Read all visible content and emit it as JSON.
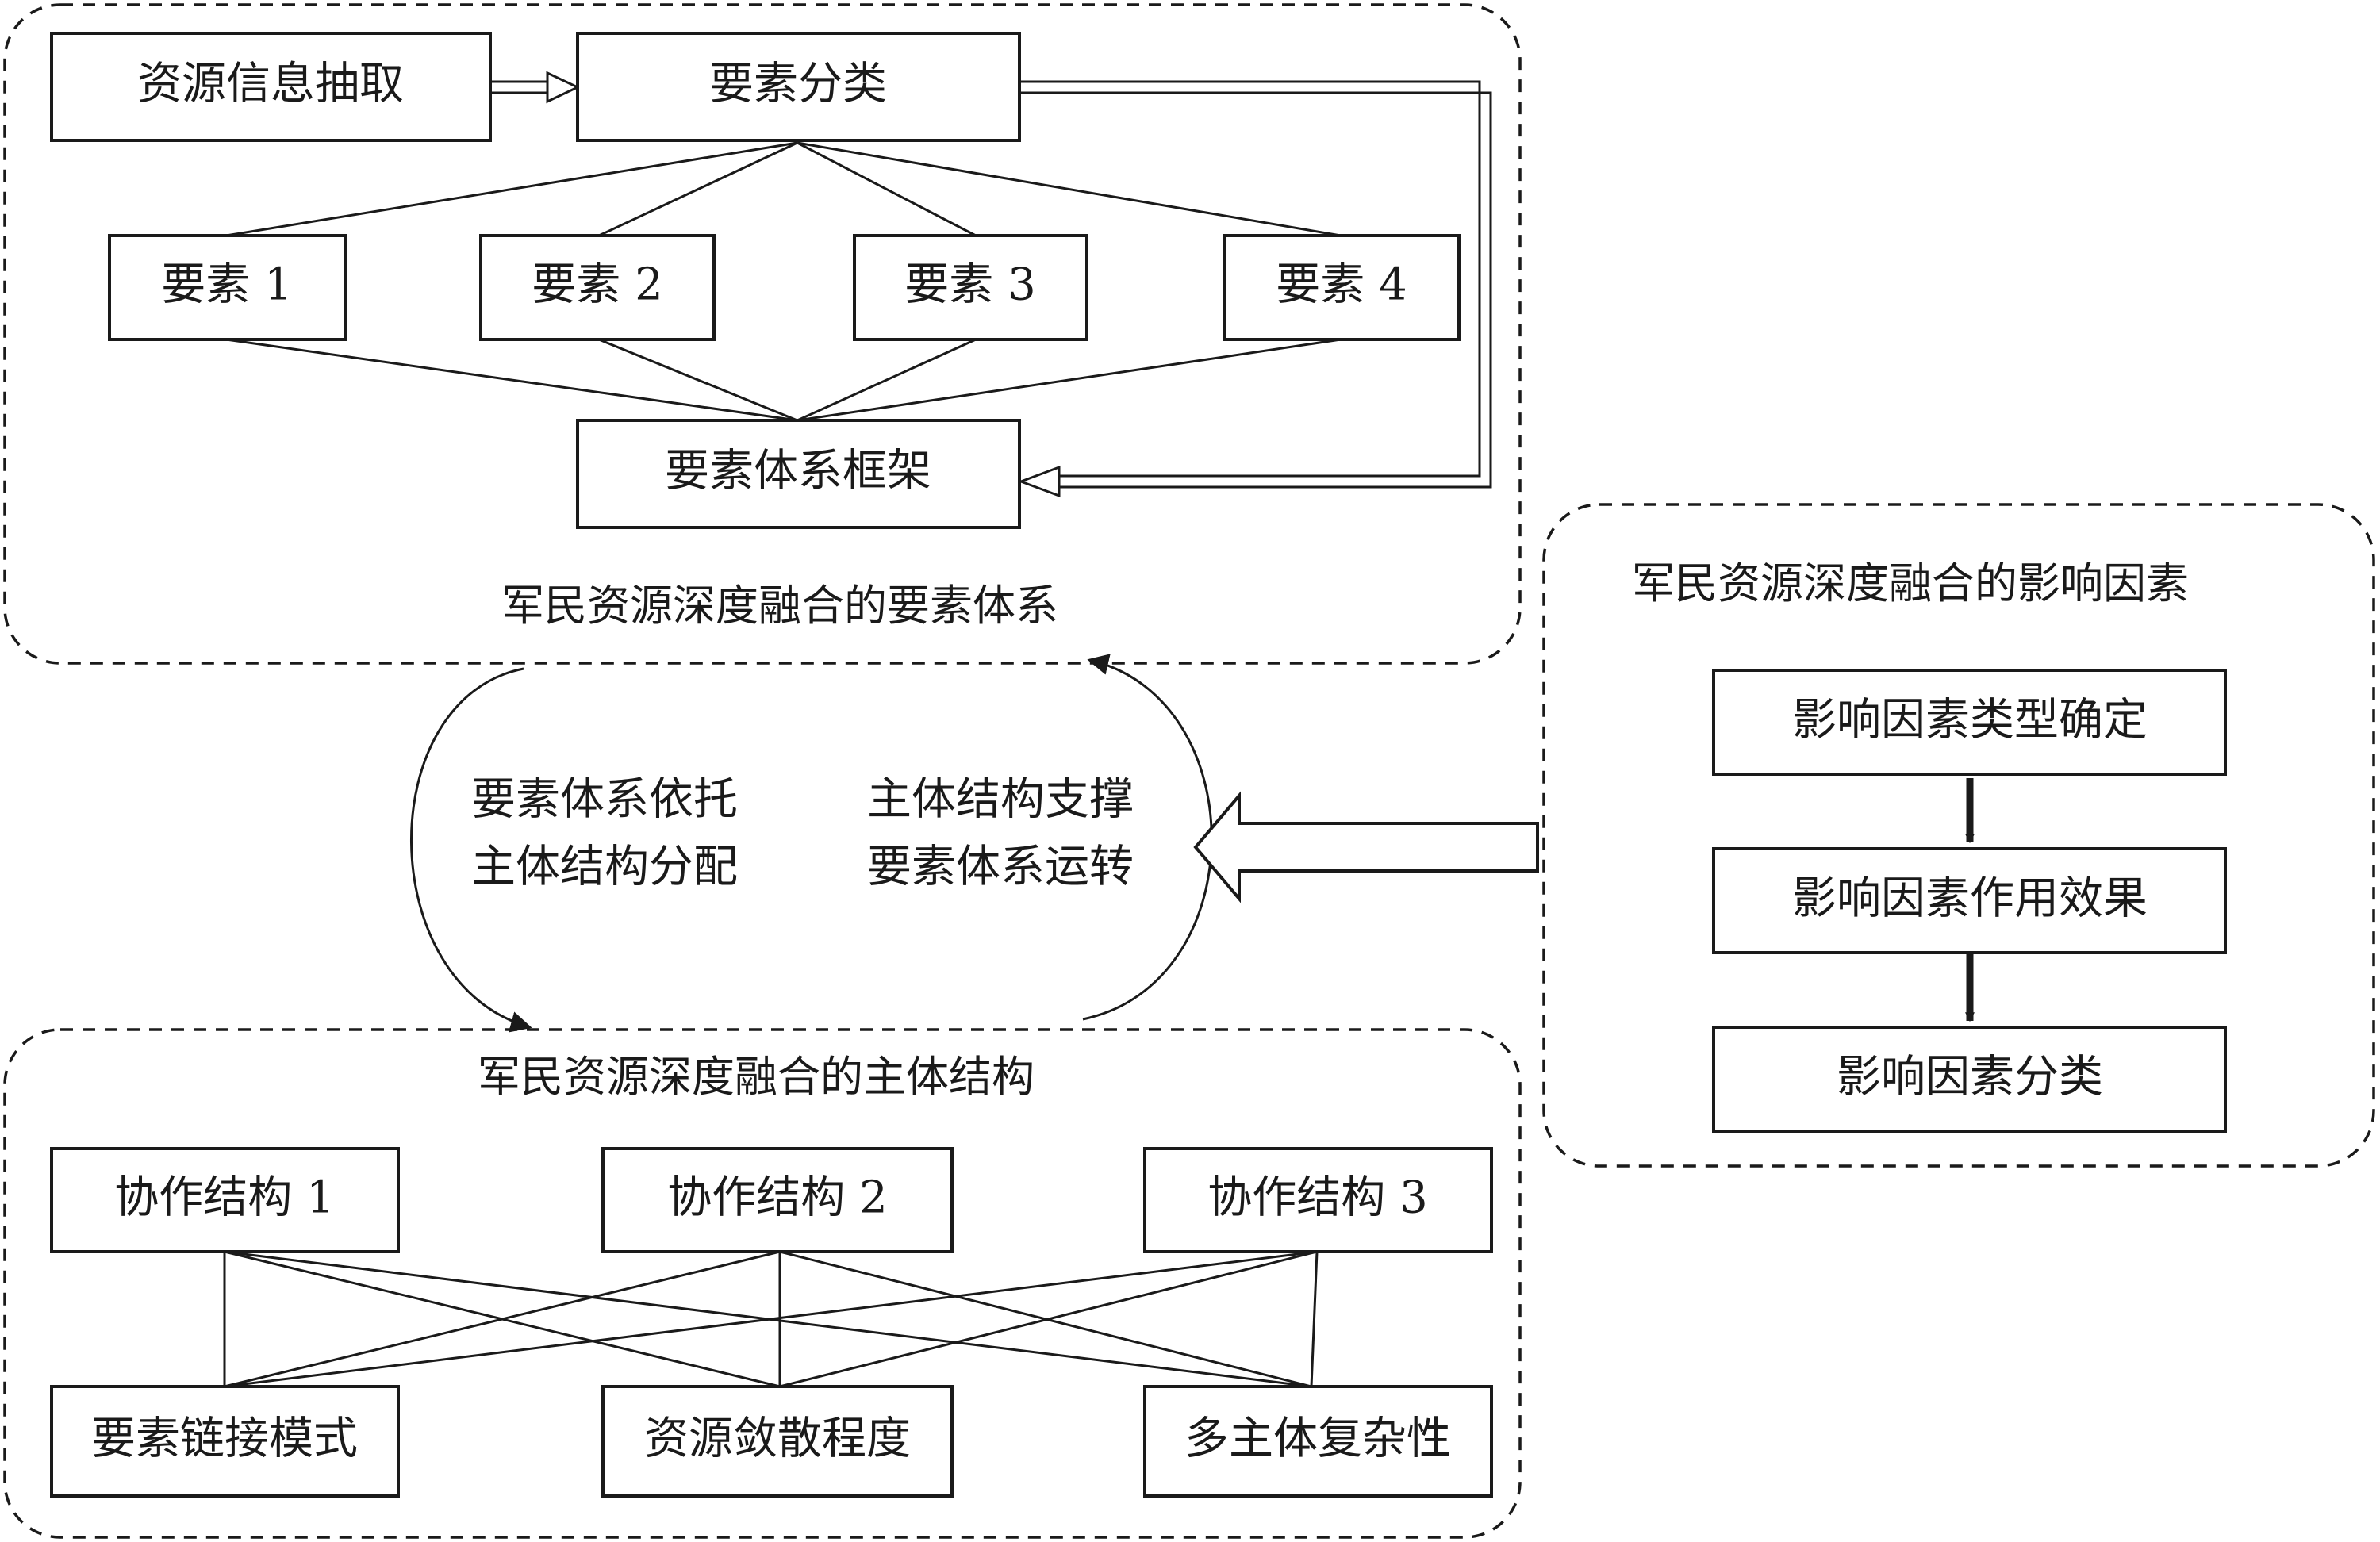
{
  "panel_elements": {
    "title": "军民资源深度融合的要素体系",
    "info_extraction": "资源信息抽取",
    "classification": "要素分类",
    "elements": [
      "要素 1",
      "要素 2",
      "要素 3",
      "要素 4"
    ],
    "framework": "要素体系框架"
  },
  "panel_factors": {
    "title": "军民资源深度融合的影响因素",
    "steps": [
      "影响因素类型确定",
      "影响因素作用效果",
      "影响因素分类"
    ]
  },
  "cycle": {
    "line1_left": "要素体系依托",
    "line1_right": "主体结构支撑",
    "line2_left": "主体结构分配",
    "line2_right": "要素体系运转"
  },
  "panel_structure": {
    "title": "军民资源深度融合的主体结构",
    "cooperation": [
      "协作结构 1",
      "协作结构 2",
      "协作结构 3"
    ],
    "features": [
      "要素链接模式",
      "资源敛散程度",
      "多主体复杂性"
    ]
  }
}
